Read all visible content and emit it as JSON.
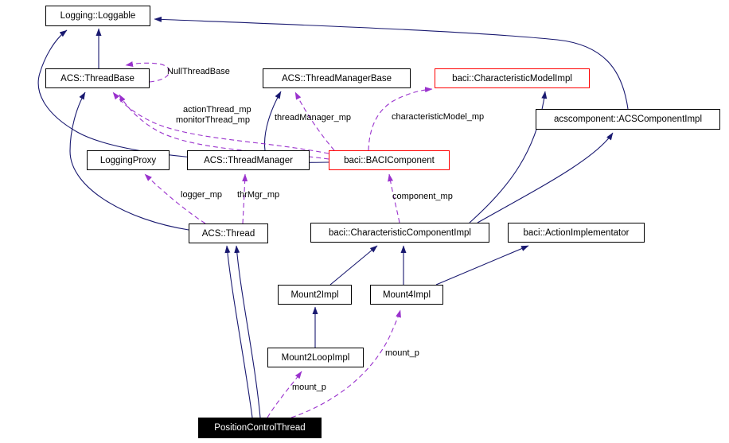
{
  "diagram": {
    "type": "class-collaboration-graph",
    "colors": {
      "inheritance_edge": "#191970",
      "usage_edge": "#9a32cd",
      "node_border": "#000000",
      "truncated_node_border": "#ff0000",
      "focus_node_bg": "#000000",
      "focus_node_text": "#ffffff",
      "background": "#ffffff"
    },
    "nodes": [
      {
        "label": "Logging::Loggable",
        "variant": "normal"
      },
      {
        "label": "ACS::ThreadBase",
        "variant": "normal"
      },
      {
        "label": "ACS::ThreadManagerBase",
        "variant": "normal"
      },
      {
        "label": "baci::CharacteristicModelImpl",
        "variant": "red"
      },
      {
        "label": "acscomponent::ACSComponentImpl",
        "variant": "normal"
      },
      {
        "label": "LoggingProxy",
        "variant": "normal"
      },
      {
        "label": "ACS::ThreadManager",
        "variant": "normal"
      },
      {
        "label": "baci::BACIComponent",
        "variant": "red"
      },
      {
        "label": "ACS::Thread",
        "variant": "normal"
      },
      {
        "label": "baci::CharacteristicComponentImpl",
        "variant": "normal"
      },
      {
        "label": "baci::ActionImplementator",
        "variant": "normal"
      },
      {
        "label": "Mount2Impl",
        "variant": "normal"
      },
      {
        "label": "Mount4Impl",
        "variant": "normal"
      },
      {
        "label": "Mount2LoopImpl",
        "variant": "normal"
      },
      {
        "label": "PositionControlThread",
        "variant": "black"
      }
    ],
    "edge_labels": [
      {
        "text": "NullThreadBase"
      },
      {
        "text": "actionThread_mp"
      },
      {
        "text": "monitorThread_mp"
      },
      {
        "text": "threadManager_mp"
      },
      {
        "text": "characteristicModel_mp"
      },
      {
        "text": "logger_mp"
      },
      {
        "text": "thrMgr_mp"
      },
      {
        "text": "component_mp"
      },
      {
        "text": "mount_p"
      },
      {
        "text": "mount_p"
      }
    ]
  }
}
